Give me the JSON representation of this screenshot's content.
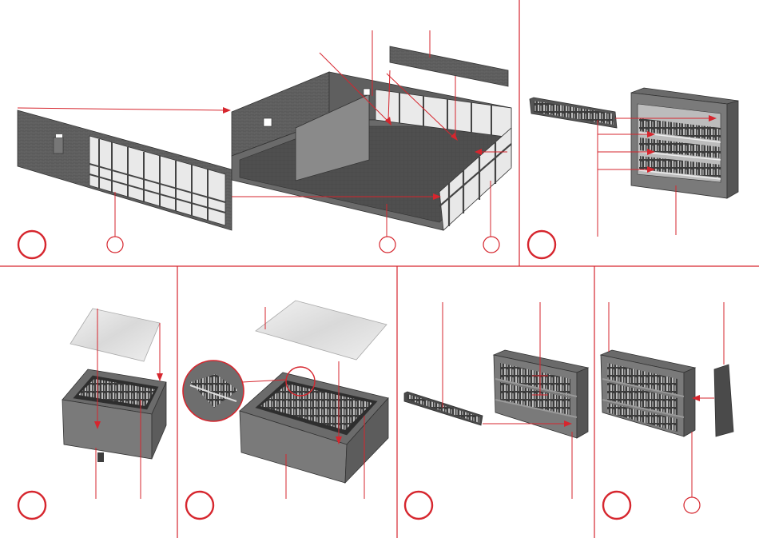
{
  "colors": {
    "accent": "#d6262e",
    "part_dark": "#5a5a5a",
    "part_mid": "#7d7d7d",
    "part_light": "#a9a9a9",
    "sheet": "#e6e6e6",
    "window": "#ffffff"
  },
  "steps": [
    {
      "panel": "wall-and-floor-assembly",
      "step_label": "",
      "callouts": [
        "",
        "",
        ""
      ]
    },
    {
      "panel": "shelf-unit-with-goods",
      "step_label": "",
      "callouts": []
    },
    {
      "panel": "small-freezer-cabinet",
      "step_label": "",
      "callouts": []
    },
    {
      "panel": "large-freezer-cabinet",
      "step_label": "",
      "callouts": []
    },
    {
      "panel": "wall-shelf-front-strip",
      "step_label": "",
      "callouts": []
    },
    {
      "panel": "wall-shelf-side-panel",
      "step_label": "",
      "callouts": [
        ""
      ]
    }
  ],
  "icons": {
    "step_marker": "step-circle-icon",
    "part_callout": "part-callout-icon",
    "arrow": "arrow-icon"
  }
}
